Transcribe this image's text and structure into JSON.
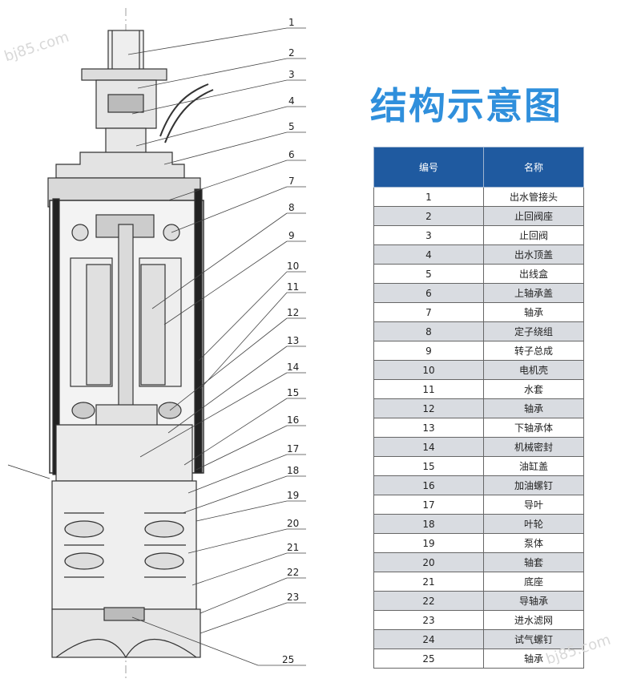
{
  "title": "结构示意图",
  "table": {
    "header_number": "编号",
    "header_name": "名称",
    "rows": [
      {
        "no": "1",
        "name": "出水管接头"
      },
      {
        "no": "2",
        "name": "止回阀座"
      },
      {
        "no": "3",
        "name": "止回阀"
      },
      {
        "no": "4",
        "name": "出水顶盖"
      },
      {
        "no": "5",
        "name": "出线盒"
      },
      {
        "no": "6",
        "name": "上轴承盖"
      },
      {
        "no": "7",
        "name": "轴承"
      },
      {
        "no": "8",
        "name": "定子绕组"
      },
      {
        "no": "9",
        "name": "转子总成"
      },
      {
        "no": "10",
        "name": "电机壳"
      },
      {
        "no": "11",
        "name": "水套"
      },
      {
        "no": "12",
        "name": "轴承"
      },
      {
        "no": "13",
        "name": "下轴承体"
      },
      {
        "no": "14",
        "name": "机械密封"
      },
      {
        "no": "15",
        "name": "油缸盖"
      },
      {
        "no": "16",
        "name": "加油螺钉"
      },
      {
        "no": "17",
        "name": "导叶"
      },
      {
        "no": "18",
        "name": "叶轮"
      },
      {
        "no": "19",
        "name": "泵体"
      },
      {
        "no": "20",
        "name": "轴套"
      },
      {
        "no": "21",
        "name": "底座"
      },
      {
        "no": "22",
        "name": "导轴承"
      },
      {
        "no": "23",
        "name": "进水滤网"
      },
      {
        "no": "24",
        "name": "试气螺钉"
      },
      {
        "no": "25",
        "name": "轴承"
      }
    ]
  },
  "callouts": [
    "1",
    "2",
    "3",
    "4",
    "5",
    "6",
    "7",
    "8",
    "9",
    "10",
    "11",
    "12",
    "13",
    "14",
    "15",
    "16",
    "17",
    "18",
    "19",
    "20",
    "21",
    "22",
    "23",
    "25"
  ],
  "watermark": "bj85.com",
  "colors": {
    "title": "#2f8fdc",
    "header": "#1f5aa0",
    "row_alt": "#d9dce1"
  }
}
